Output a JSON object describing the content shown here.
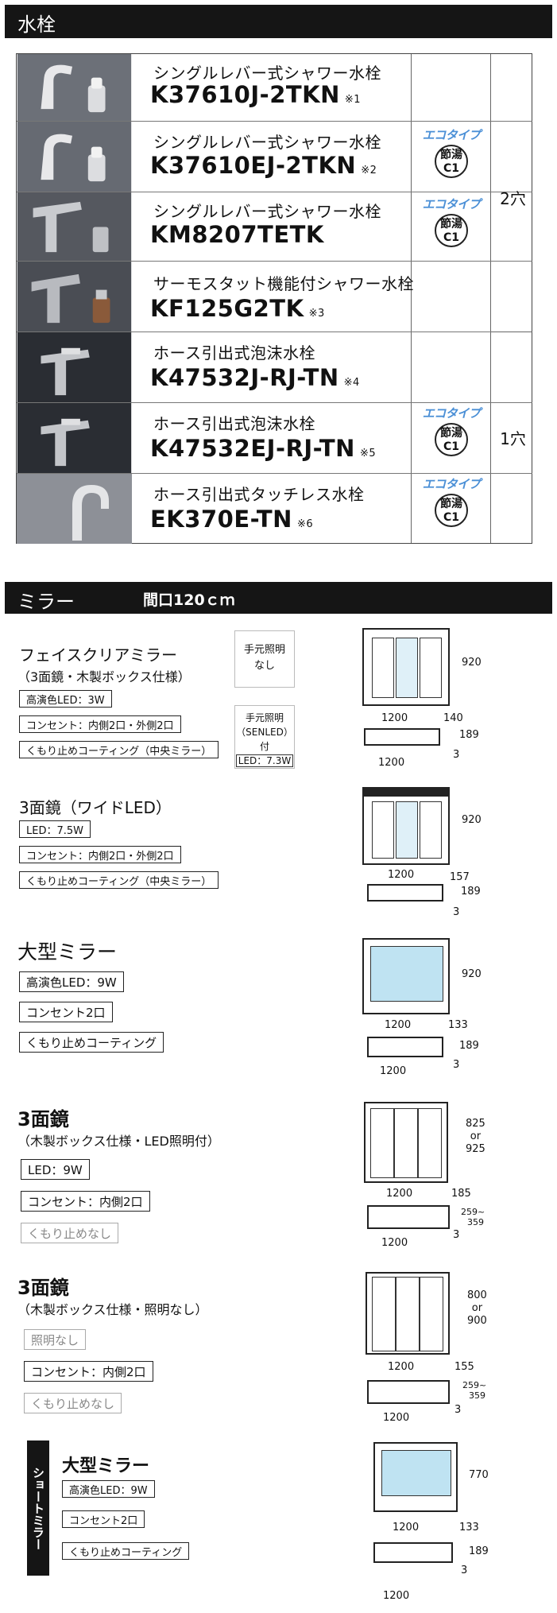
{
  "faucet_section": {
    "title": "水栓",
    "rows": [
      {
        "name": "シングルレバー式シャワー水栓",
        "model": "K37610J-2TKN",
        "note": "※1",
        "eco": "",
        "badge": ""
      },
      {
        "name": "シングルレバー式シャワー水栓",
        "model": "K37610EJ-2TKN",
        "note": "※2",
        "eco": "エコタイプ",
        "badge": "節湯C1"
      },
      {
        "name": "シングルレバー式シャワー水栓",
        "model": "KM8207TETK",
        "note": "",
        "eco": "エコタイプ",
        "badge": "節湯C1"
      },
      {
        "name": "サーモスタット機能付シャワー水栓",
        "model": "KF125G2TK",
        "note": "※3",
        "eco": "",
        "badge": ""
      },
      {
        "name": "ホース引出式泡沫水栓",
        "model": "K47532J-RJ-TN",
        "note": "※4",
        "eco": "",
        "badge": ""
      },
      {
        "name": "ホース引出式泡沫水栓",
        "model": "K47532EJ-RJ-TN",
        "note": "※5",
        "eco": "エコタイプ",
        "badge": "節湯C1"
      },
      {
        "name": "ホース引出式タッチレス水栓",
        "model": "EK370E-TN",
        "note": "※6",
        "eco": "エコタイプ",
        "badge": "節湯C1"
      }
    ],
    "hole_groups": [
      "2穴",
      "1穴"
    ],
    "badge_line1": "節湯",
    "badge_line2": "C1"
  },
  "mirror_section": {
    "title": "ミラー",
    "width_label": "間口120ｃｍ",
    "mirrors": [
      {
        "title": "フェイスクリアミラー",
        "subtitle": "（3面鏡・木製ボックス仕様）",
        "tags": [
          "高演色LED：3W",
          "コンセント：内側2口・外側2口",
          "くもり止めコーティング（中央ミラー）"
        ],
        "dims": {
          "w": "1200",
          "h": "920",
          "d": "140",
          "sw": "1200",
          "sh": "189",
          "sd": "3"
        }
      },
      {
        "title": "3面鏡（ワイドLED）",
        "subtitle": "",
        "tags": [
          "LED：7.5W",
          "コンセント：内側2口・外側2口",
          "くもり止めコーティング（中央ミラー）"
        ],
        "dims": {
          "w": "1200",
          "h": "920",
          "d": "157",
          "sw": "",
          "sh": "189",
          "sd": "3"
        }
      },
      {
        "title": "大型ミラー",
        "subtitle": "",
        "tags": [
          "高演色LED：9W",
          "コンセント2口",
          "くもり止めコーティング"
        ],
        "dims": {
          "w": "1200",
          "h": "920",
          "d": "133",
          "sw": "1200",
          "sh": "189",
          "sd": "3"
        }
      },
      {
        "title": "3面鏡",
        "subtitle": "（木製ボックス仕様・LED照明付）",
        "tags": [
          "LED：9W",
          "コンセント：内側2口",
          "くもり止めなし"
        ],
        "dims": {
          "w": "1200",
          "h1": "825",
          "or": "or",
          "h2": "925",
          "d": "185",
          "sw": "1200",
          "sh": "259~",
          "sh2": "359",
          "sd": "3"
        }
      },
      {
        "title": "3面鏡",
        "subtitle": "（木製ボックス仕様・照明なし）",
        "tags": [
          "照明なし",
          "コンセント：内側2口",
          "くもり止めなし"
        ],
        "dims": {
          "w": "1200",
          "h1": "800",
          "or": "or",
          "h2": "900",
          "d": "155",
          "sw": "1200",
          "sh": "259~",
          "sh2": "359",
          "sd": "3"
        }
      },
      {
        "title": "大型ミラー",
        "subtitle": "",
        "side_label": "ショートミラー",
        "tags": [
          "高演色LED：9W",
          "コンセント2口",
          "くもり止めコーティング"
        ],
        "dims": {
          "w": "1200",
          "h": "770",
          "d": "133",
          "sw": "1200",
          "sh": "189",
          "sd": "3"
        }
      }
    ],
    "option_box": {
      "none_label1": "手元照明",
      "none_label2": "なし",
      "led_label1": "手元照明",
      "led_label2": "（SENLED）付",
      "led_watt": "LED：7.3W"
    }
  },
  "colors": {
    "bar": "#151515",
    "eco": "#4a8fd6",
    "mirror_glass": "#bfe3f2",
    "photo_dark": "#2a2d33",
    "photo_grey": "#6c7078"
  }
}
